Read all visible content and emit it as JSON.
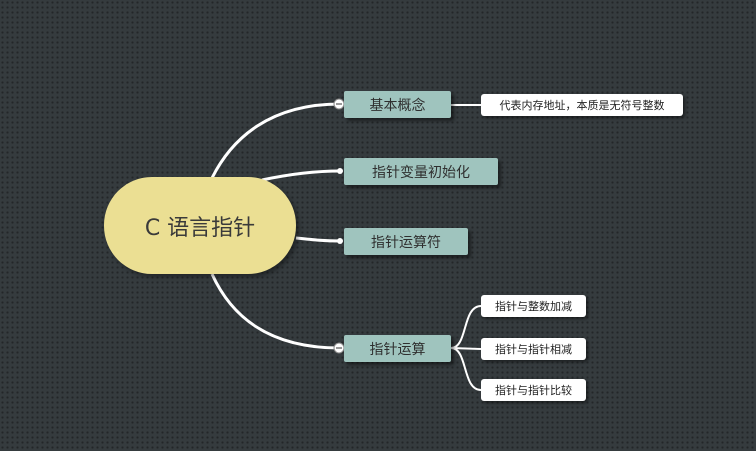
{
  "root": {
    "label": "C 语言指针"
  },
  "branches": [
    {
      "label": "基本概念",
      "children": [
        "代表内存地址，本质是无符号整数"
      ]
    },
    {
      "label": "指针变量初始化",
      "children": []
    },
    {
      "label": "指针运算符",
      "children": []
    },
    {
      "label": "指针运算",
      "children": [
        "指针与整数加减",
        "指针与指针相减",
        "指针与指针比较"
      ]
    }
  ],
  "colors": {
    "background": "#353b3e",
    "root_fill": "#ebdf93",
    "branch_fill": "#9fc4be",
    "leaf_fill": "#ffffff",
    "connector": "#ffffff"
  }
}
